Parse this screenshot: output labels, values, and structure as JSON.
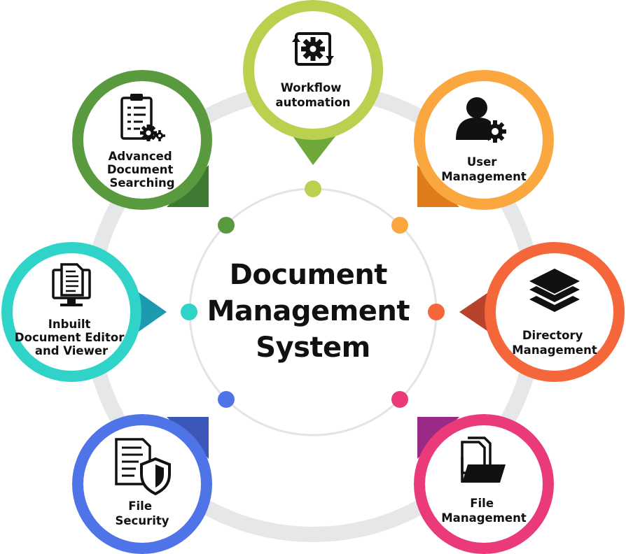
{
  "center": {
    "lines": [
      "Document",
      "Management",
      "System"
    ]
  },
  "nodes": [
    {
      "id": "workflow",
      "lines": [
        "Workflow",
        "automation"
      ],
      "color": "#b9d14e",
      "dark": "#6fa83a",
      "dot": "#b9d14e",
      "icon": "workflow-gear-icon"
    },
    {
      "id": "user",
      "lines": [
        "User",
        "Management"
      ],
      "color": "#f9a73e",
      "dark": "#e07b1b",
      "dot": "#f9a73e",
      "icon": "user-gear-icon"
    },
    {
      "id": "directory",
      "lines": [
        "Directory",
        "Management"
      ],
      "color": "#f5663a",
      "dark": "#b8432c",
      "dot": "#f5663a",
      "icon": "layers-icon"
    },
    {
      "id": "file-management",
      "lines": [
        "File",
        "Management"
      ],
      "color": "#ea3a7a",
      "dark": "#9b2a86",
      "dot": "#ea3a7a",
      "icon": "folder-documents-icon"
    },
    {
      "id": "file-security",
      "lines": [
        "File",
        "Security"
      ],
      "color": "#4e74e8",
      "dark": "#3b57b7",
      "dot": "#4e74e8",
      "icon": "document-shield-icon"
    },
    {
      "id": "editor",
      "lines": [
        "Inbuilt",
        "Document Editor",
        "and Viewer"
      ],
      "color": "#2fd3c8",
      "dark": "#1b9ab0",
      "dot": "#2fd3c8",
      "icon": "monitor-document-icon"
    },
    {
      "id": "searching",
      "lines": [
        "Advanced",
        "Document",
        "Searching"
      ],
      "color": "#5a9a3e",
      "dark": "#3f7a32",
      "dot": "#5a9a3e",
      "icon": "clipboard-gear-icon"
    }
  ]
}
